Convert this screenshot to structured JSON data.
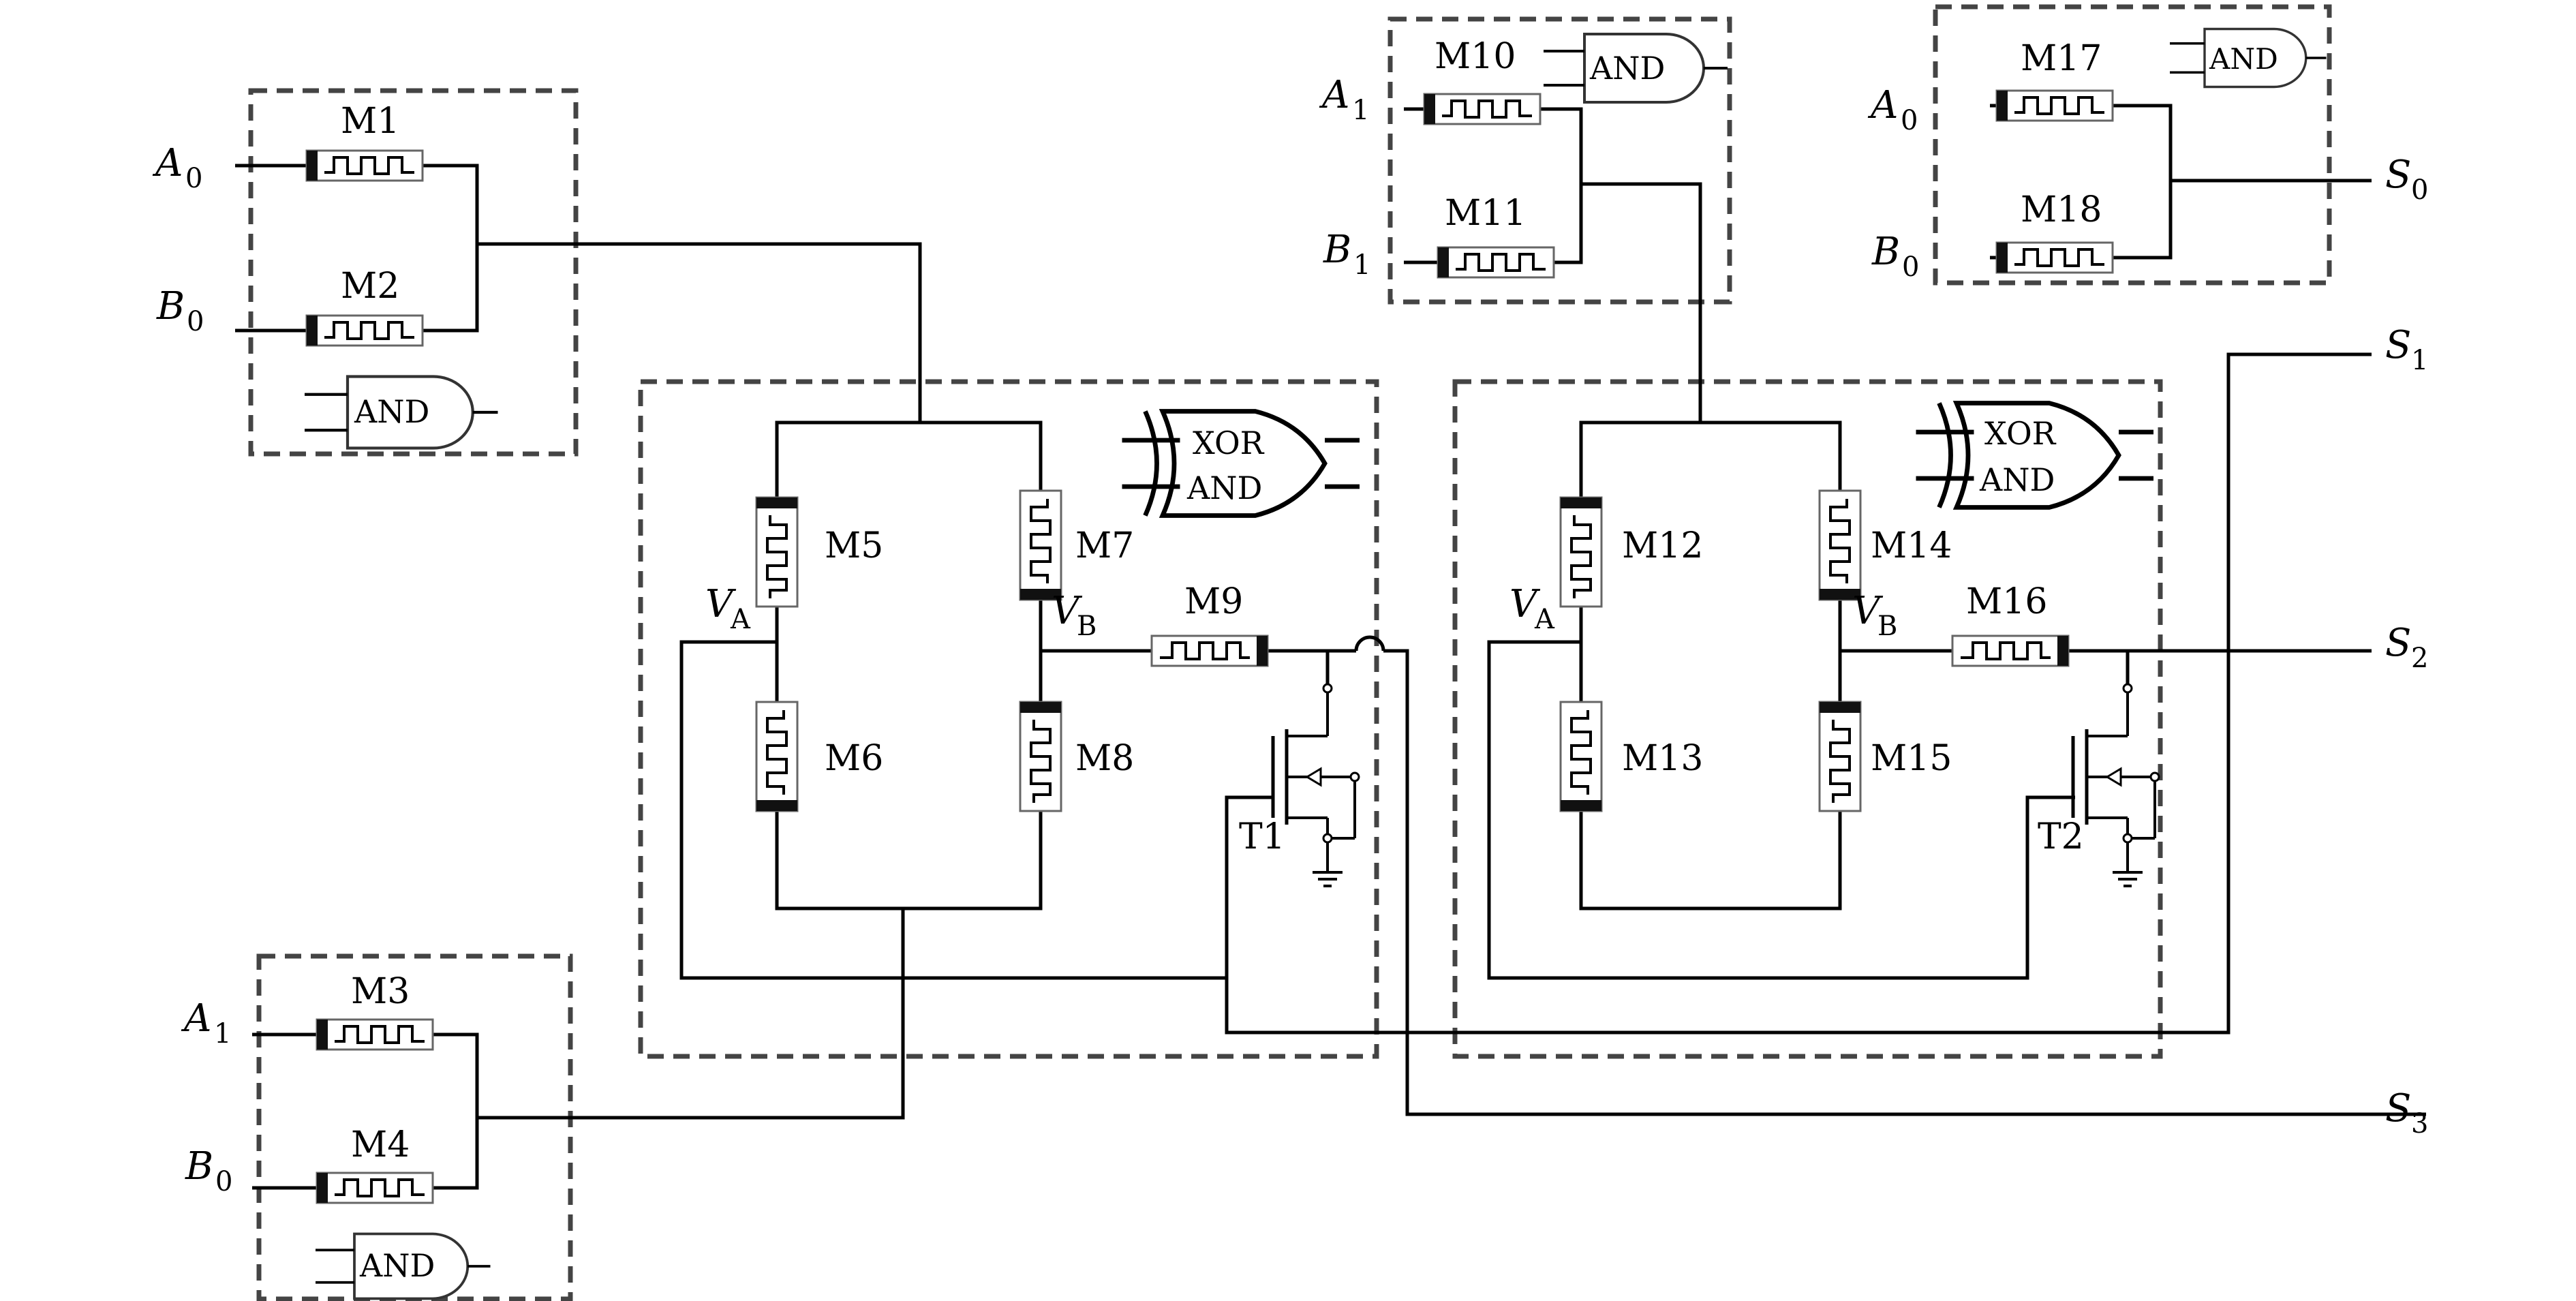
{
  "diagram": {
    "memristors": [
      "M1",
      "M2",
      "M3",
      "M4",
      "M5",
      "M6",
      "M7",
      "M8",
      "M9",
      "M10",
      "M11",
      "M12",
      "M13",
      "M14",
      "M15",
      "M16",
      "M17",
      "M18"
    ],
    "transistors": [
      "T1",
      "T2"
    ],
    "gates": {
      "and": "AND",
      "xor": "XOR",
      "xor_and_top": "XOR",
      "xor_and_bottom": "AND"
    },
    "inputs": {
      "a0": {
        "base": "A",
        "sub": "0"
      },
      "b0": {
        "base": "B",
        "sub": "0"
      },
      "a1": {
        "base": "A",
        "sub": "1"
      },
      "b1": {
        "base": "B",
        "sub": "1"
      }
    },
    "outputs": {
      "s0": {
        "base": "S",
        "sub": "0"
      },
      "s1": {
        "base": "S",
        "sub": "1"
      },
      "s2": {
        "base": "S",
        "sub": "2"
      },
      "s3": {
        "base": "S",
        "sub": "3"
      }
    },
    "nodes": {
      "va": {
        "base": "V",
        "sub": "A"
      },
      "vb": {
        "base": "V",
        "sub": "B"
      }
    }
  }
}
